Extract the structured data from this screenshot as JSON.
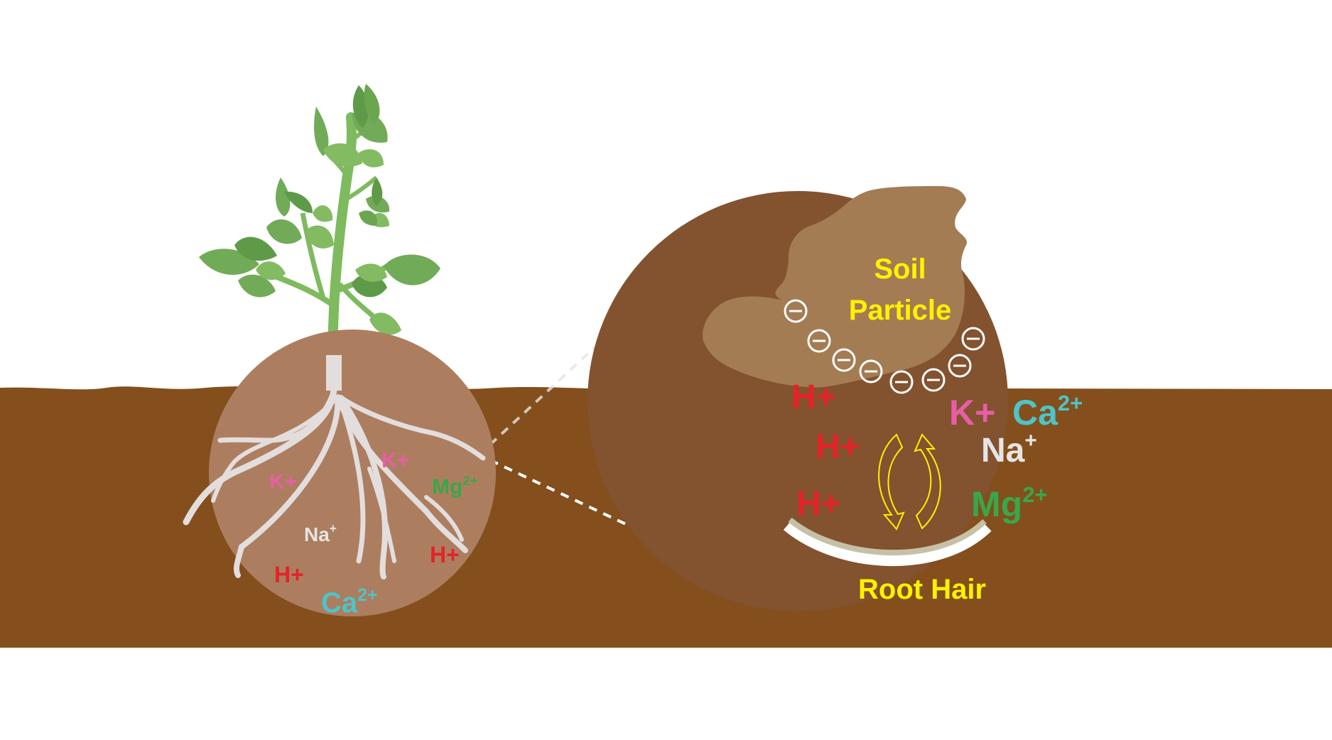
{
  "colors": {
    "soil": "#844f1c",
    "zoom_circle": "#83522f",
    "root_circle": "#ac7e5f",
    "particle": "#a47c53",
    "leaf": "#72ab57",
    "leaf_dark": "#5e9a47",
    "stem": "#7eba5e",
    "root": "#e3dedd",
    "h_ion": "#e42328",
    "k_ion": "#e85ea7",
    "ca_ion": "#4dc4c9",
    "na_ion": "#e6e5e5",
    "mg_ion": "#39a74a",
    "title_yellow": "#fff200"
  },
  "root_zone": {
    "k1": {
      "base": "K+"
    },
    "k2": {
      "base": "K+"
    },
    "mg": {
      "base": "Mg",
      "sup": "2+"
    },
    "na": {
      "base": "Na",
      "sup": "+"
    },
    "h1": {
      "base": "H+"
    },
    "h2": {
      "base": "H+"
    },
    "ca": {
      "base": "Ca",
      "sup": "2+"
    }
  },
  "zoom": {
    "soil_particle_line1": "Soil",
    "soil_particle_line2": "Particle",
    "negative_charge": "⊖",
    "h1": {
      "base": "H+"
    },
    "h2": {
      "base": "H+"
    },
    "h3": {
      "base": "H+"
    },
    "k": {
      "base": "K+"
    },
    "ca": {
      "base": "Ca",
      "sup": "2+"
    },
    "na": {
      "base": "Na",
      "sup": "+"
    },
    "mg": {
      "base": "Mg",
      "sup": "2+"
    },
    "root_hair_label": "Root Hair"
  }
}
